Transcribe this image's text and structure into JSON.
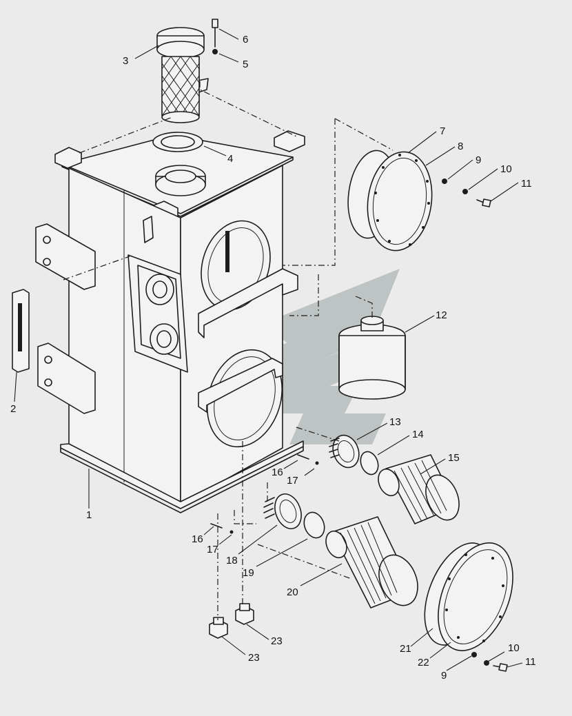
{
  "labels": {
    "l1": "1",
    "l2": "2",
    "l3": "3",
    "l4": "4",
    "l5": "5",
    "l6": "6",
    "l7": "7",
    "l8": "8",
    "l9a": "9",
    "l10a": "10",
    "l11a": "11",
    "l12": "12",
    "l13": "13",
    "l14": "14",
    "l15": "15",
    "l16a": "16",
    "l17a": "17",
    "l16b": "16",
    "l17b": "17",
    "l18": "18",
    "l19": "19",
    "l20": "20",
    "l21": "21",
    "l22": "22",
    "l9b": "9",
    "l10b": "10",
    "l11b": "11",
    "l23a": "23",
    "l23b": "23"
  },
  "colors": {
    "line": "#1d1d1d",
    "background": "#ebebeb",
    "watermark": "#9aa3a3"
  },
  "icons": {
    "watermark": "logo-watermark"
  }
}
